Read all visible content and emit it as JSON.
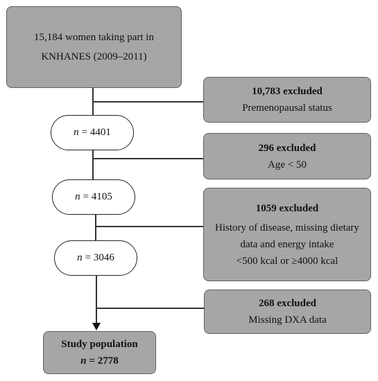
{
  "start": {
    "line1": "15,184 women taking part in",
    "line2": "KNHANES (2009–2011)"
  },
  "steps": [
    {
      "n_symbol": "n",
      "n_text": "= 4401"
    },
    {
      "n_symbol": "n",
      "n_text": "= 4105"
    },
    {
      "n_symbol": "n",
      "n_text": "= 3046"
    }
  ],
  "exclusions": [
    {
      "title": "10,783 excluded",
      "lines": [
        "Premenopausal status"
      ]
    },
    {
      "title": "296 excluded",
      "lines": [
        "Age < 50"
      ]
    },
    {
      "title": "1059 excluded",
      "lines": [
        "History of disease, missing dietary",
        "data and energy intake",
        "<500 kcal or ≥4000 kcal"
      ]
    },
    {
      "title": "268 excluded",
      "lines": [
        "Missing DXA data"
      ]
    }
  ],
  "final": {
    "title": "Study population",
    "n_symbol": "n",
    "n_text": "= 2778"
  }
}
